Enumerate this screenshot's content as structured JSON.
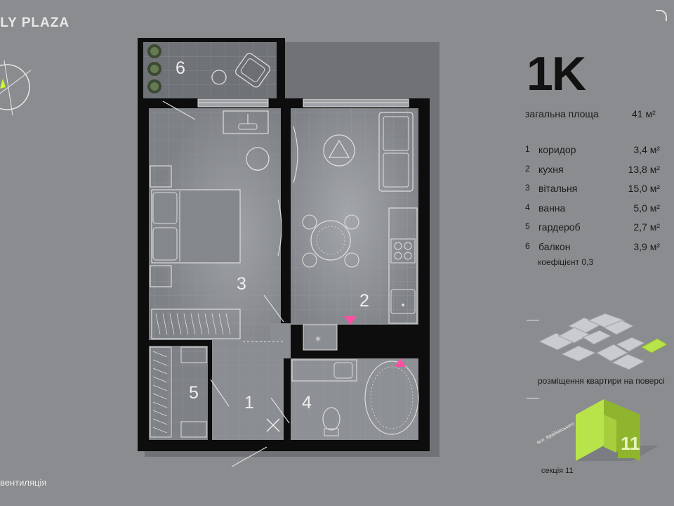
{
  "brand": {
    "title": "ILY PLAZA"
  },
  "apartment": {
    "type": "1K",
    "total_label": "загальна площа",
    "total_value": "41 м²"
  },
  "rooms": [
    {
      "num": "1",
      "name": "коридор",
      "area": "3,4 м²"
    },
    {
      "num": "2",
      "name": "кухня",
      "area": "13,8 м²"
    },
    {
      "num": "3",
      "name": "вітальня",
      "area": "15,0 м²"
    },
    {
      "num": "4",
      "name": "ванна",
      "area": "5,0 м²"
    },
    {
      "num": "5",
      "name": "гардероб",
      "area": "2,7 м²"
    },
    {
      "num": "6",
      "name": "балкон",
      "area": "3,9 м²"
    }
  ],
  "coefficient": "коефіцієнт 0,3",
  "floor_plan_caption": "розміщення квартири на поверсі",
  "section_caption": "секція 11",
  "section_number": "11",
  "street_label": "вул. Крайківського",
  "legend": {
    "ventilation": "вентиляція"
  },
  "colors": {
    "background": "#8a8c8f",
    "walls": "#0d0d0d",
    "accent_lime": "#b9e34a",
    "marker_pink": "#ff4fa3"
  }
}
